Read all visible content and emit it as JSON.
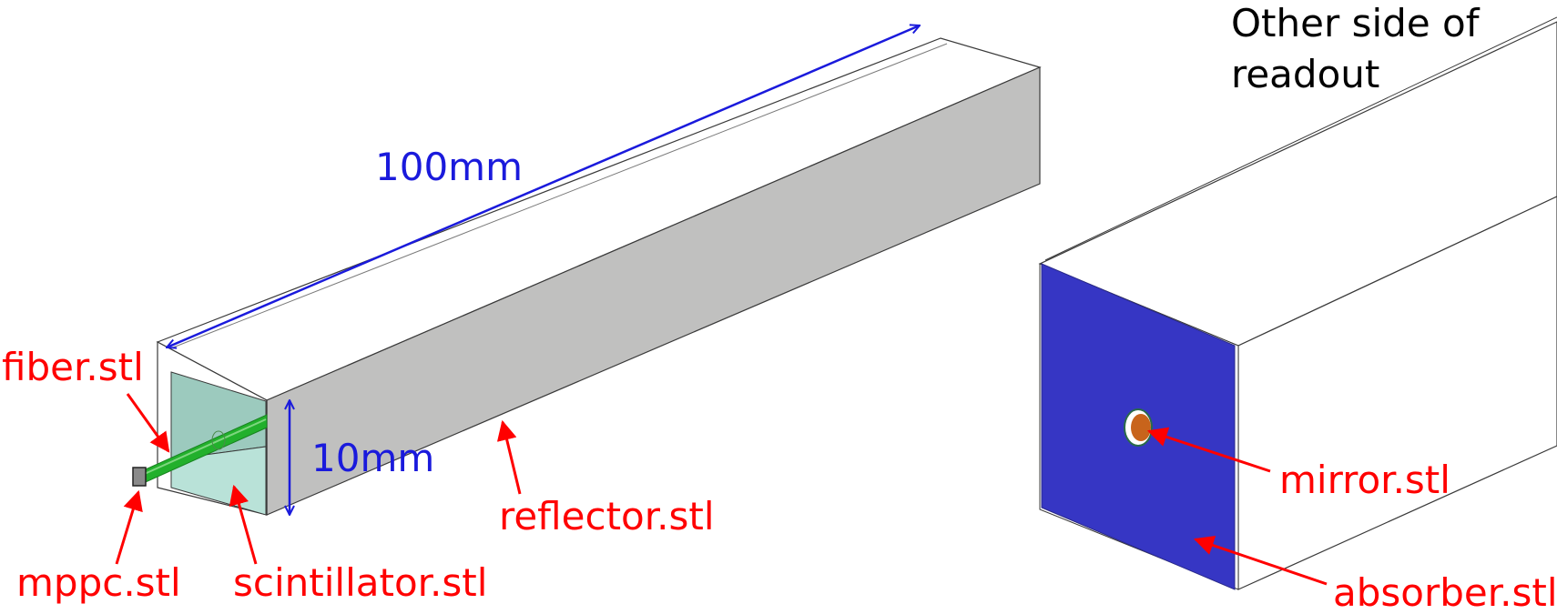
{
  "labels": {
    "length": "100mm",
    "height": "10mm",
    "fiber": "fiber.stl",
    "mppc": "mppc.stl",
    "scintillator": "scintillator.stl",
    "reflector": "reflector.stl",
    "other_side_line1": "Other side of",
    "other_side_line2": "readout",
    "mirror": "mirror.stl",
    "absorber": "absorber.stl"
  },
  "colors": {
    "dimension": "#1a1adc",
    "annotation": "#ff0000",
    "reflector_side": "#c0c0bf",
    "reflector_top": "#ffffff",
    "scintillator_face": "#a9d6cc",
    "fiber": "#22b02c",
    "absorber": "#3636c4",
    "mirror": "#c8641c",
    "mppc": "#8a8a8a",
    "outline": "#3a3a3a"
  }
}
